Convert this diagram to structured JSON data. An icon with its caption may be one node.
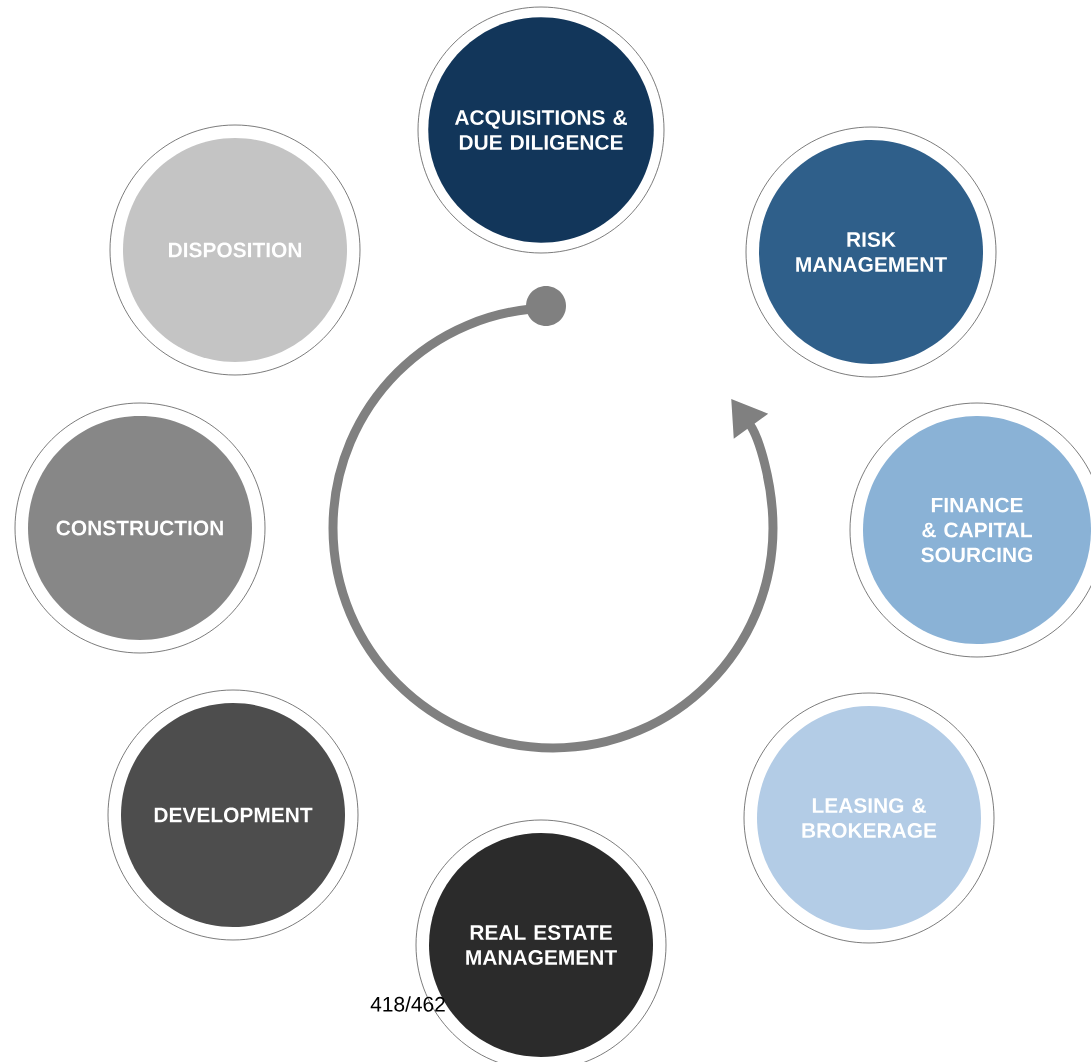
{
  "diagram": {
    "nodes": [
      {
        "text": [
          "ACQUISITIONS & DUE DILIGENCE"
        ]
      },
      {
        "text": [
          "RISK MANAGEMENT"
        ]
      },
      {
        "text": [
          "FINANCE & CAPITAL SOURCING"
        ]
      },
      {
        "text": [
          "LEASING & BROKERAGE"
        ]
      },
      {
        "text": [
          "REAL ESTATE MANAGEMENT"
        ]
      },
      {
        "text": [
          "DEVELOPMENT"
        ]
      },
      {
        "text": [
          "CONSTRUCTION"
        ]
      },
      {
        "text": [
          "DISPOSITION"
        ]
      }
    ],
    "labels": [
      "418/462"
    ]
  }
}
